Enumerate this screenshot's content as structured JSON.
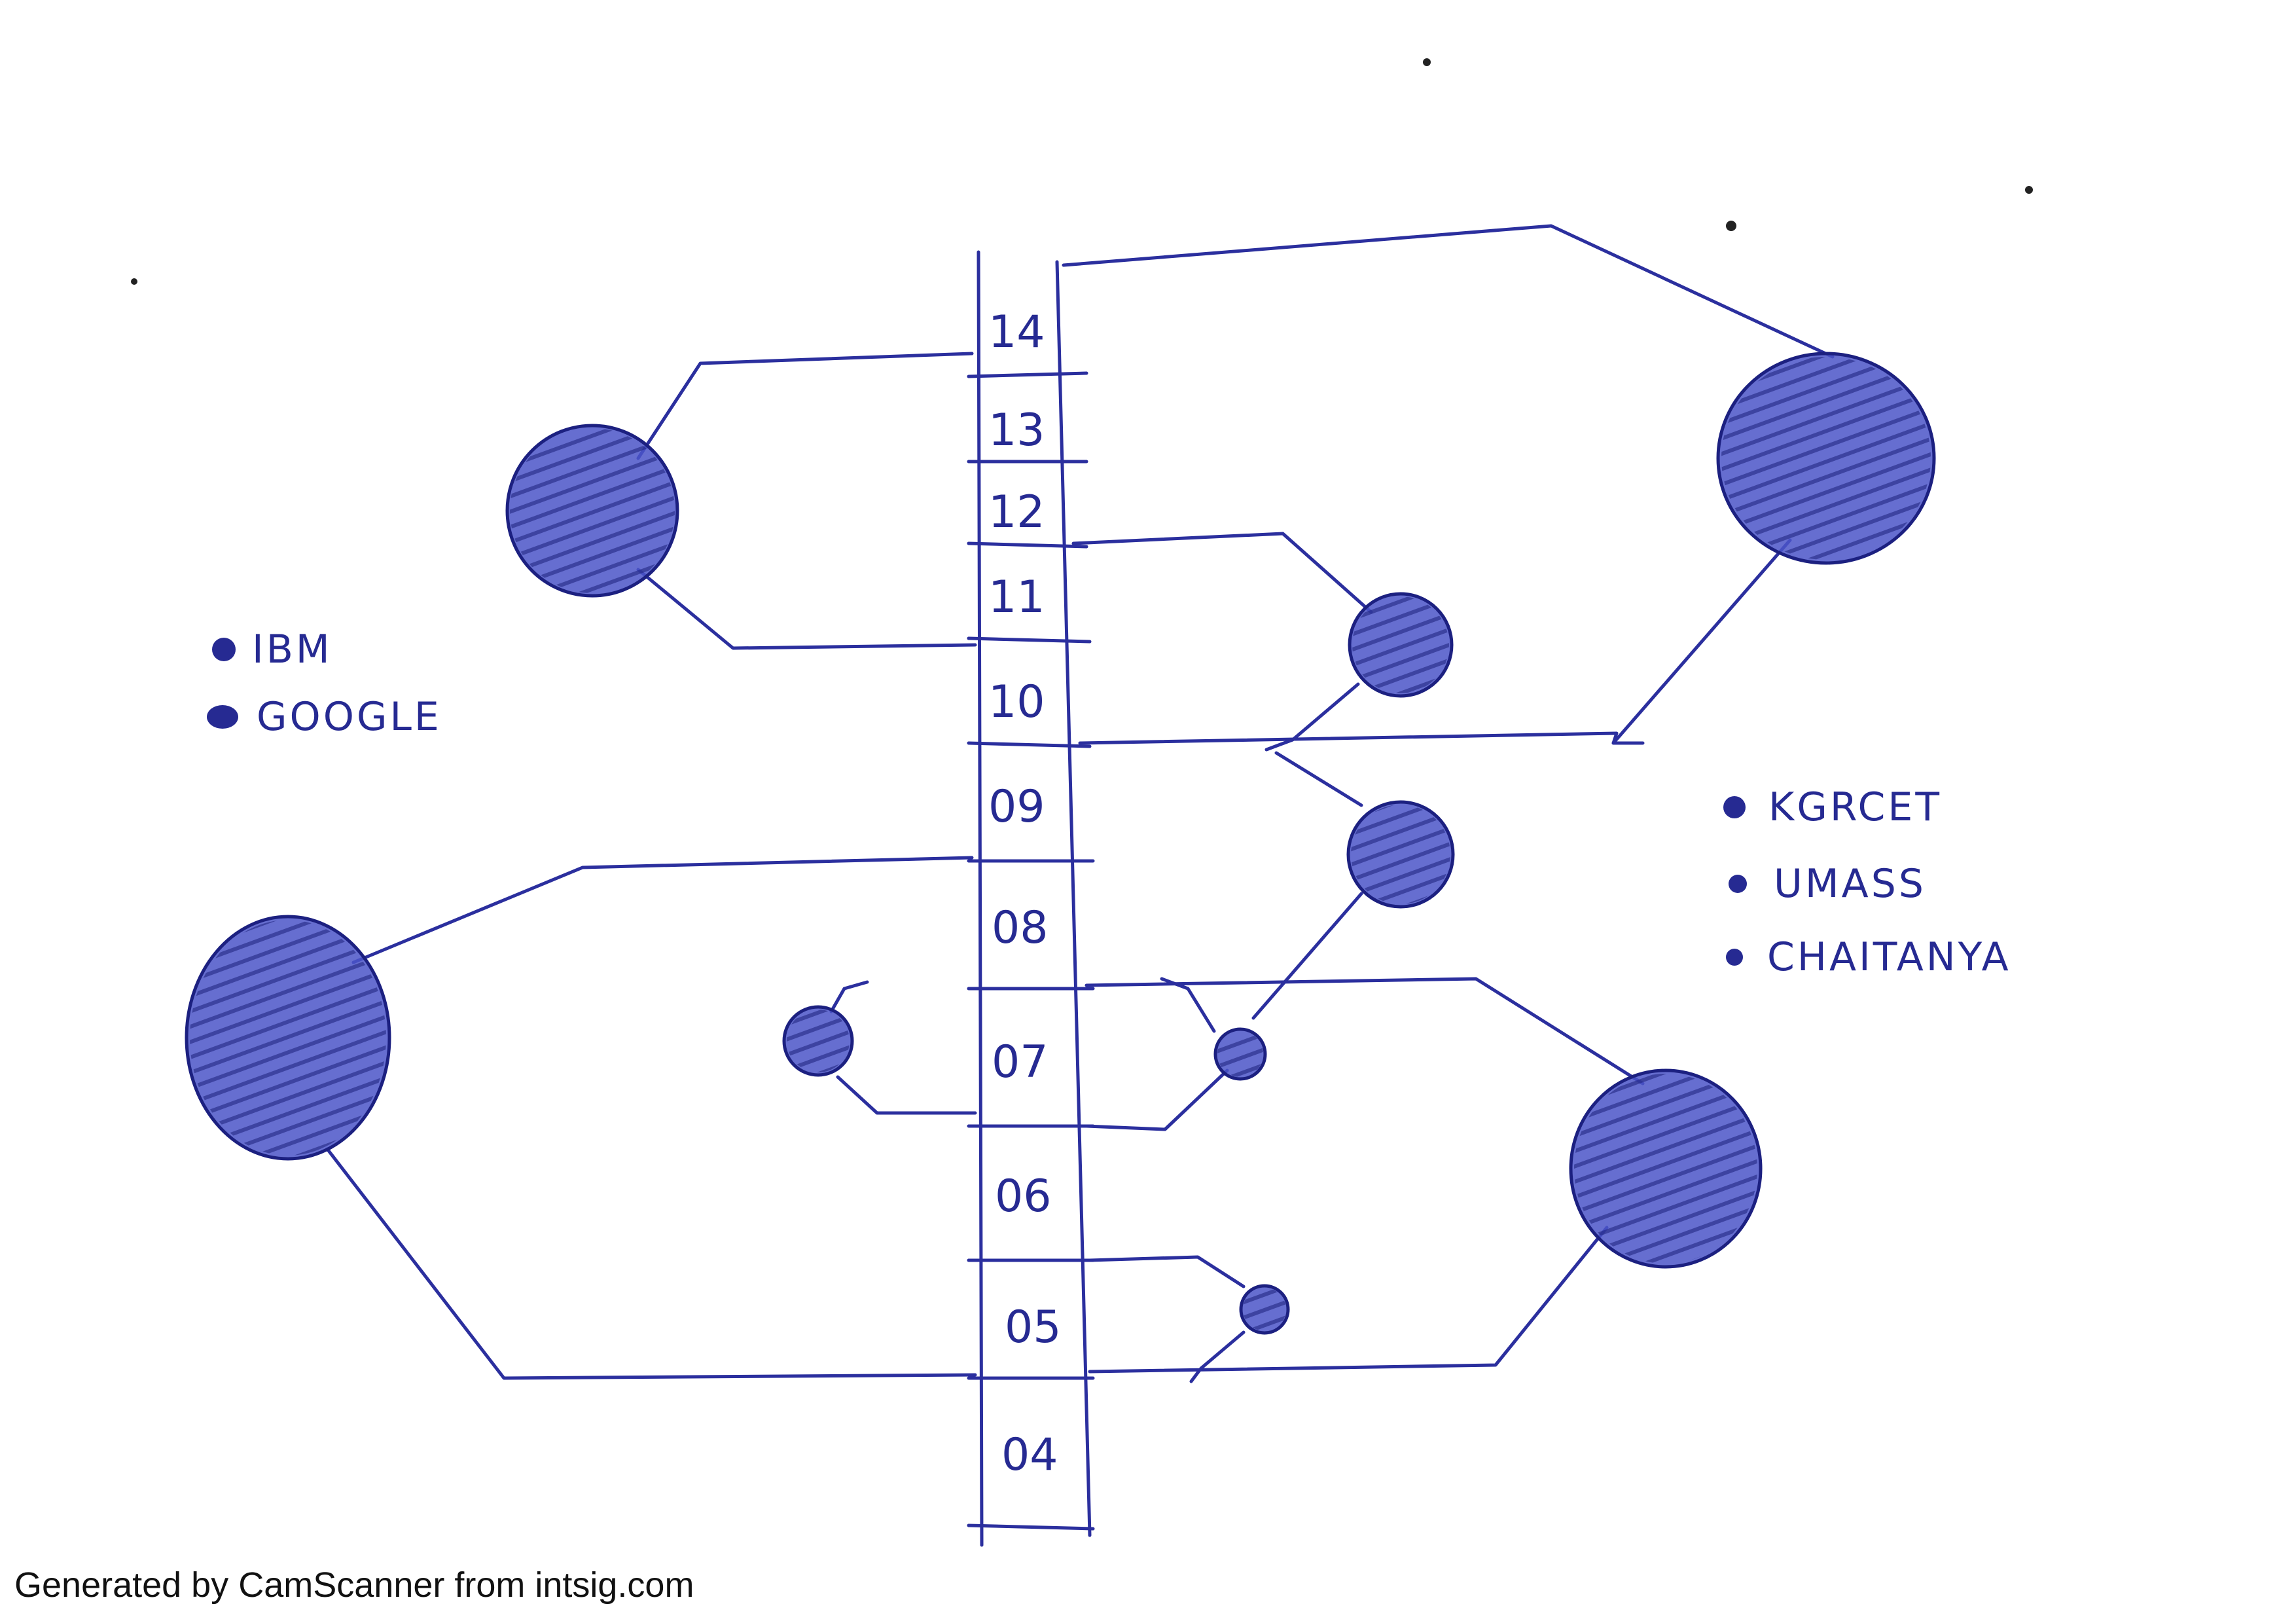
{
  "timeline": {
    "years": [
      "14",
      "13",
      "12",
      "11",
      "10",
      "09",
      "08",
      "07",
      "06",
      "05",
      "04"
    ]
  },
  "legend_left": {
    "items": [
      {
        "label": "IBM"
      },
      {
        "label": "GOOGLE"
      }
    ]
  },
  "legend_right": {
    "items": [
      {
        "label": "KGRCET"
      },
      {
        "label": "UMASS"
      },
      {
        "label": "CHAITANYA"
      }
    ]
  },
  "footer": {
    "text": "Generated by CamScanner from intsig.com"
  },
  "colors": {
    "ink": "#2b2f9e",
    "bubble_fill": "#4b55c8"
  }
}
